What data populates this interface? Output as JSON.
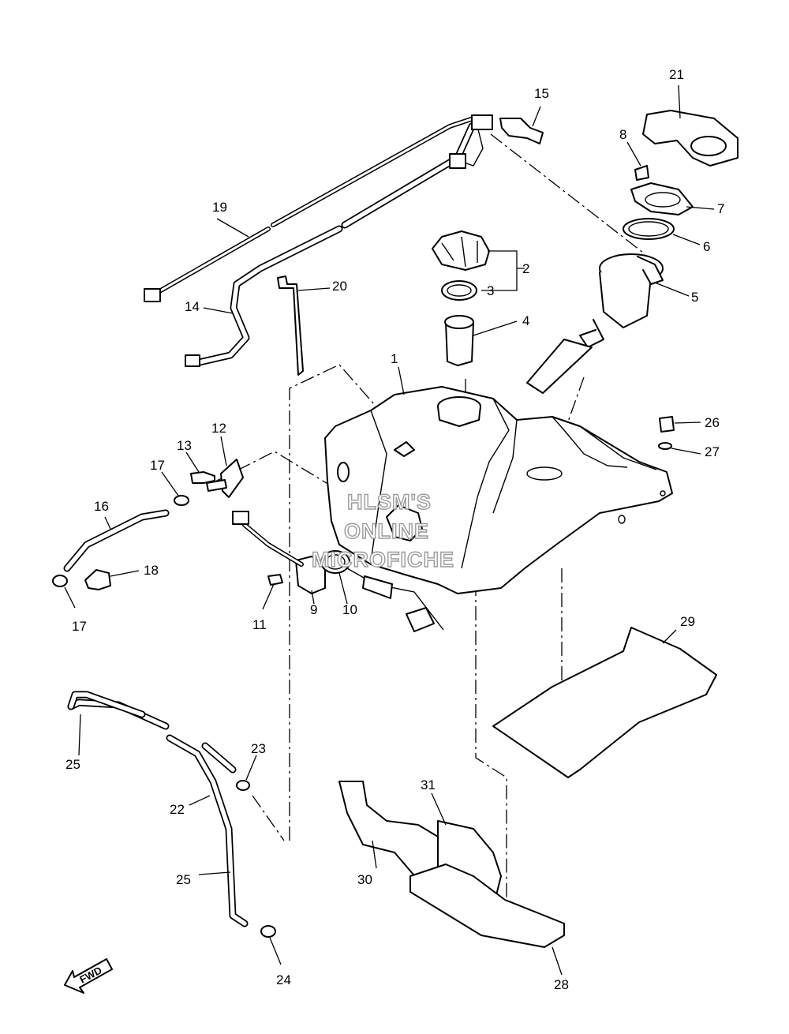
{
  "diagram": {
    "watermark": [
      "HLSM'S",
      "ONLINE",
      "MICROFICHE"
    ],
    "fwd_label": "FWD",
    "callouts": [
      {
        "id": "p1",
        "text": "1"
      },
      {
        "id": "p2",
        "text": "2"
      },
      {
        "id": "p3",
        "text": "3"
      },
      {
        "id": "p4",
        "text": "4"
      },
      {
        "id": "p5",
        "text": "5"
      },
      {
        "id": "p6",
        "text": "6"
      },
      {
        "id": "p7",
        "text": "7"
      },
      {
        "id": "p8",
        "text": "8"
      },
      {
        "id": "p9",
        "text": "9"
      },
      {
        "id": "p10",
        "text": "10"
      },
      {
        "id": "p11",
        "text": "11"
      },
      {
        "id": "p12",
        "text": "12"
      },
      {
        "id": "p13",
        "text": "13"
      },
      {
        "id": "p14",
        "text": "14"
      },
      {
        "id": "p15",
        "text": "15"
      },
      {
        "id": "p16",
        "text": "16"
      },
      {
        "id": "p17a",
        "text": "17"
      },
      {
        "id": "p17b",
        "text": "17"
      },
      {
        "id": "p18",
        "text": "18"
      },
      {
        "id": "p19",
        "text": "19"
      },
      {
        "id": "p20",
        "text": "20"
      },
      {
        "id": "p21",
        "text": "21"
      },
      {
        "id": "p22",
        "text": "22"
      },
      {
        "id": "p23",
        "text": "23"
      },
      {
        "id": "p24",
        "text": "24"
      },
      {
        "id": "p25a",
        "text": "25"
      },
      {
        "id": "p25b",
        "text": "25"
      },
      {
        "id": "p26",
        "text": "26"
      },
      {
        "id": "p27",
        "text": "27"
      },
      {
        "id": "p28",
        "text": "28"
      },
      {
        "id": "p29",
        "text": "29"
      },
      {
        "id": "p30",
        "text": "30"
      },
      {
        "id": "p31",
        "text": "31"
      }
    ]
  }
}
